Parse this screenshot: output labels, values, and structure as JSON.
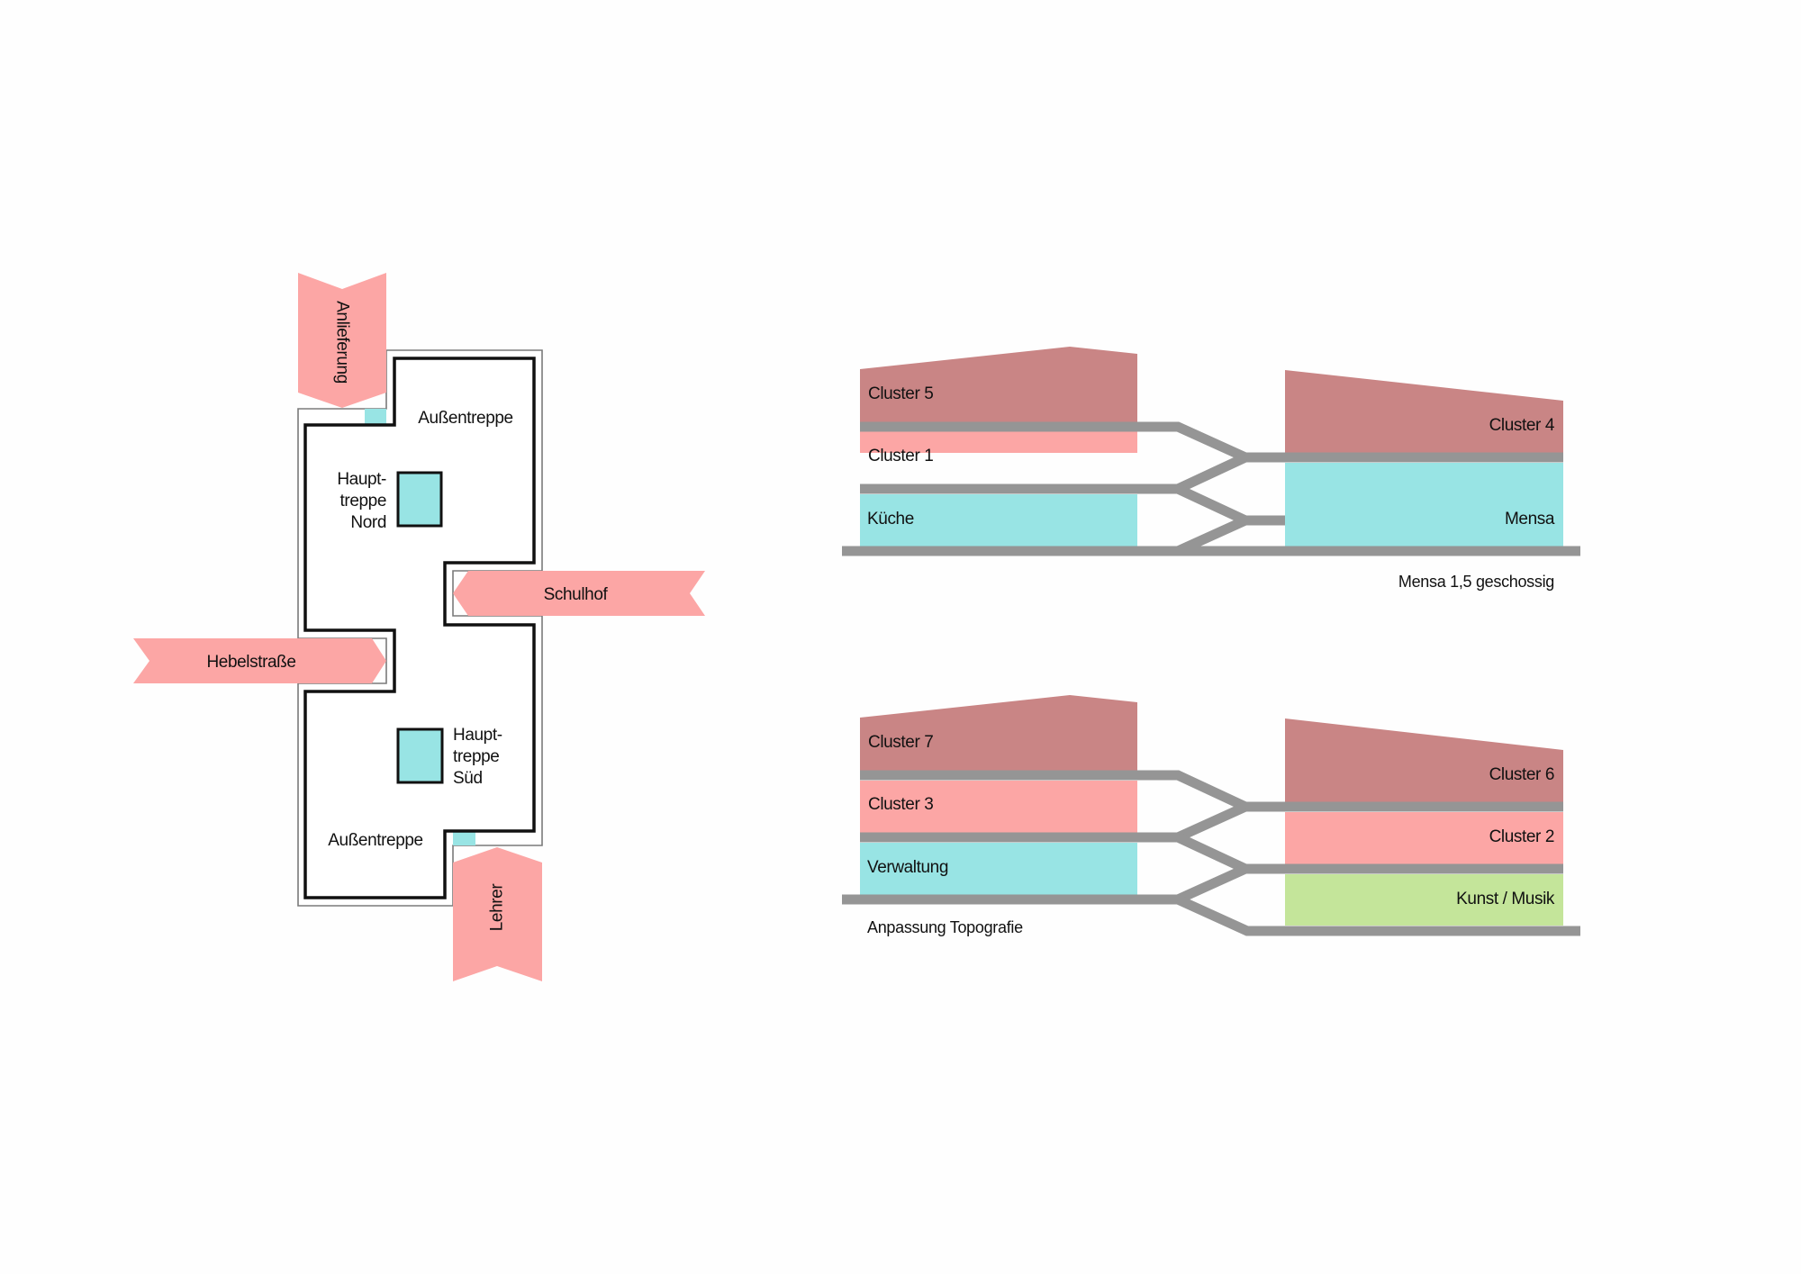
{
  "colors": {
    "background": "#fefefe",
    "arrow_pink": "#fca6a5",
    "stair_cyan": "#98e4e4",
    "cluster_upper": "#c98585",
    "cluster_middle": "#fca6a5",
    "ground_cyan": "#98e4e4",
    "art_music_green": "#c4e59a",
    "slab_gray": "#959595",
    "wall_black": "#111111",
    "outline_gray": "#7a7a7a"
  },
  "floor_plan": {
    "access_arrows": [
      {
        "id": "anlieferung",
        "label": "Anlieferung",
        "direction": "down"
      },
      {
        "id": "schulhof",
        "label": "Schulhof",
        "direction": "left"
      },
      {
        "id": "hebelstrasse",
        "label": "Hebelstraße",
        "direction": "right"
      },
      {
        "id": "lehrer",
        "label": "Lehrer",
        "direction": "up"
      }
    ],
    "labels": {
      "outer_stair_north": "Außentreppe",
      "outer_stair_south": "Außentreppe",
      "main_stair_north": [
        "Haupt-",
        "treppe",
        "Nord"
      ],
      "main_stair_south": [
        "Haupt-",
        "treppe",
        "Süd"
      ]
    }
  },
  "sections": [
    {
      "id": "section-top",
      "left_building": [
        {
          "label": "Cluster 5",
          "type": "cluster_upper"
        },
        {
          "label": "Cluster 1",
          "type": "cluster_middle"
        },
        {
          "label": "Küche",
          "type": "ground_cyan"
        }
      ],
      "right_building": [
        {
          "label": "Cluster 4",
          "type": "cluster_upper"
        },
        {
          "label": "Mensa",
          "type": "ground_cyan"
        }
      ],
      "caption": "Mensa 1,5 geschossig"
    },
    {
      "id": "section-bottom",
      "left_building": [
        {
          "label": "Cluster 7",
          "type": "cluster_upper"
        },
        {
          "label": "Cluster 3",
          "type": "cluster_middle"
        },
        {
          "label": "Verwaltung",
          "type": "ground_cyan"
        }
      ],
      "right_building": [
        {
          "label": "Cluster 6",
          "type": "cluster_upper"
        },
        {
          "label": "Cluster 2",
          "type": "cluster_middle"
        },
        {
          "label": "Kunst / Musik",
          "type": "art_music_green"
        }
      ],
      "caption": "Anpassung Topografie"
    }
  ]
}
